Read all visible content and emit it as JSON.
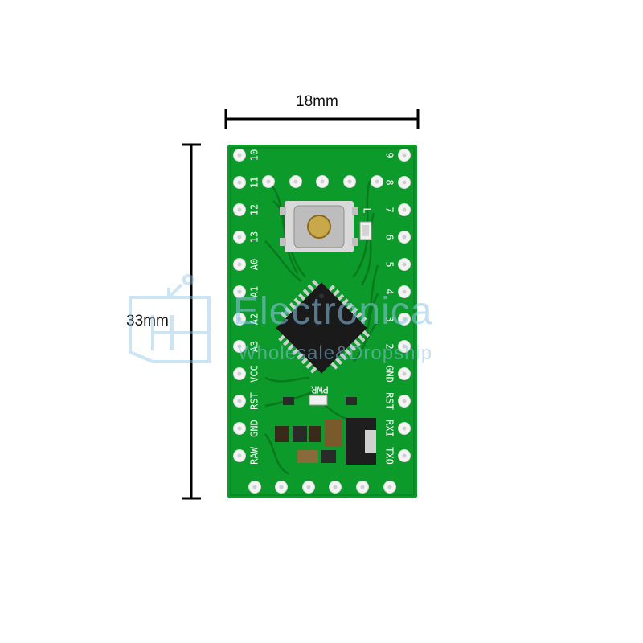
{
  "dimensions": {
    "width": "18mm",
    "height": "33mm"
  },
  "watermark": {
    "title": "Electronica",
    "subtitle": "Wholesale&Dropship"
  },
  "board": {
    "left_labels": [
      "10",
      "11",
      "12",
      "13",
      "A0",
      "A1",
      "A2",
      "A3",
      "VCC",
      "RST",
      "GND",
      "RAW"
    ],
    "right_labels": [
      "9",
      "8",
      "7",
      "6",
      "5",
      "4",
      "3",
      "2",
      "GND",
      "RST",
      "RXI",
      "TXO"
    ],
    "led_labels": [
      "L",
      "PWR"
    ],
    "colors": {
      "pcb": "#0c9a2a",
      "pcb_dark": "#067a1d",
      "silk": "#ffffff",
      "chip": "#1a1a1a",
      "pad": "#f4f4f4"
    }
  }
}
